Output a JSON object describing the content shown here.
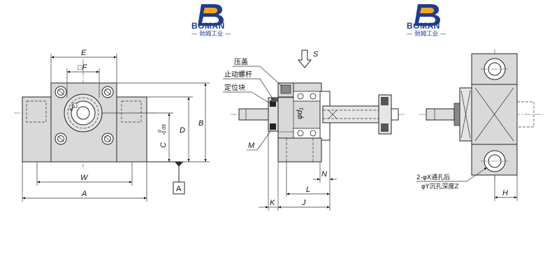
{
  "logos": [
    {
      "word": "BOMAN",
      "sub": "— 勃姆工业 —"
    },
    {
      "word": "BOMAN",
      "sub": "— 勃姆工业 —"
    }
  ],
  "front_view": {
    "dim_E": "E",
    "dim_F": "□F",
    "dim_W": "W",
    "dim_A": "A",
    "dim_B": "B",
    "dim_D": "D",
    "dim_C": "C",
    "dim_C_tol_upper": "0",
    "dim_C_tol_lower": "-0.05",
    "datum": "A"
  },
  "side_view": {
    "dir_S": "S",
    "label_cover": "压盖",
    "label_locknut": "止动螺杆",
    "label_block": "定位块",
    "label_M": "M",
    "dim_d1": "φd₁",
    "dim_N": "N",
    "dim_L": "L",
    "dim_K": "K",
    "dim_J": "J"
  },
  "right_view": {
    "hole_note_1": "2-φX通孔后",
    "hole_note_2": "φY沉孔深度Z",
    "dim_H": "H"
  },
  "colors": {
    "brand": "#1f3c8c",
    "logo_accent": "#f5a623",
    "body": "#d9d9d9"
  }
}
